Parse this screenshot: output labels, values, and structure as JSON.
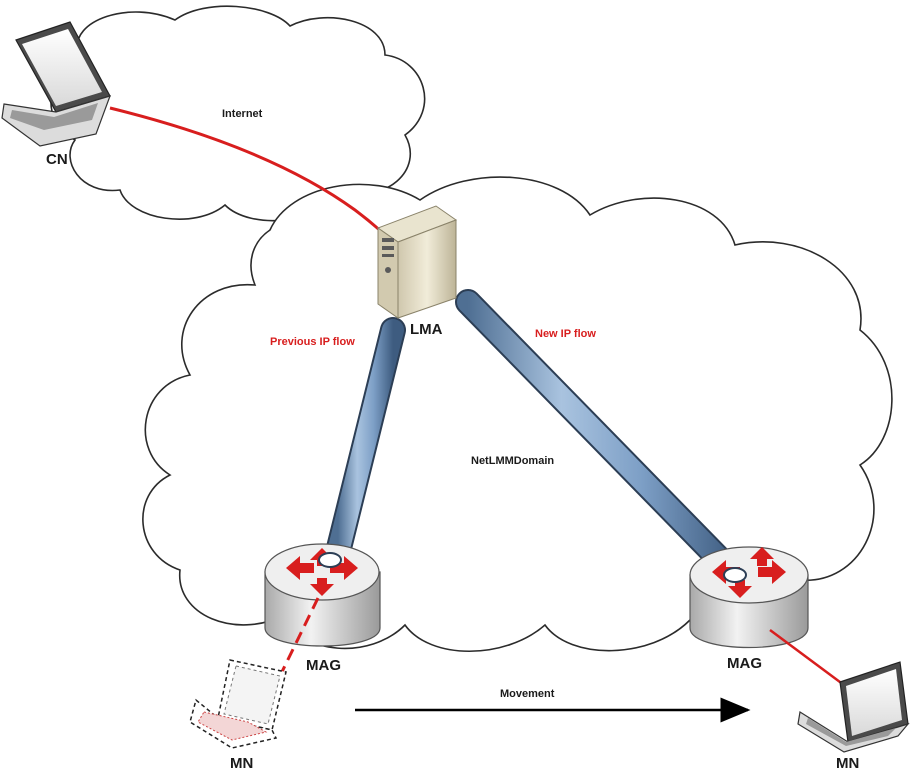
{
  "clouds": {
    "internet_label": "Internet",
    "domain_label": "NetLMMDomain"
  },
  "nodes": {
    "cn": "CN",
    "lma": "LMA",
    "mag_left": "MAG",
    "mag_right": "MAG",
    "mn_left": "MN",
    "mn_right": "MN"
  },
  "flows": {
    "previous": "Previous IP flow",
    "new": "New IP flow",
    "movement": "Movement"
  },
  "colors": {
    "flow_red": "#d81e1e",
    "tunnel_blue": "#7d9fc6",
    "cloud_stroke": "#2b2b2b"
  }
}
